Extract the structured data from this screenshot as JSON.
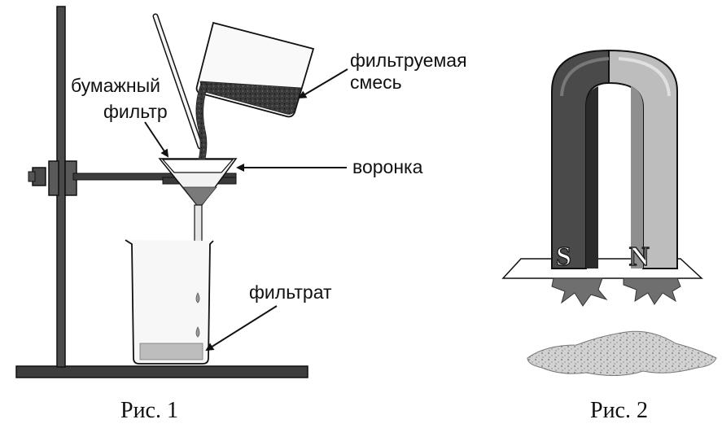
{
  "figure1": {
    "caption": "Рис. 1",
    "labels": {
      "paper_filter_line1": "бумажный",
      "paper_filter_line2": "фильтр",
      "mixture_line1": "фильтруемая",
      "mixture_line2": "смесь",
      "funnel": "воронка",
      "filtrate": "фильтрат"
    }
  },
  "figure2": {
    "caption": "Рис. 2",
    "magnet_poles": {
      "south": "S",
      "north": "N"
    }
  }
}
